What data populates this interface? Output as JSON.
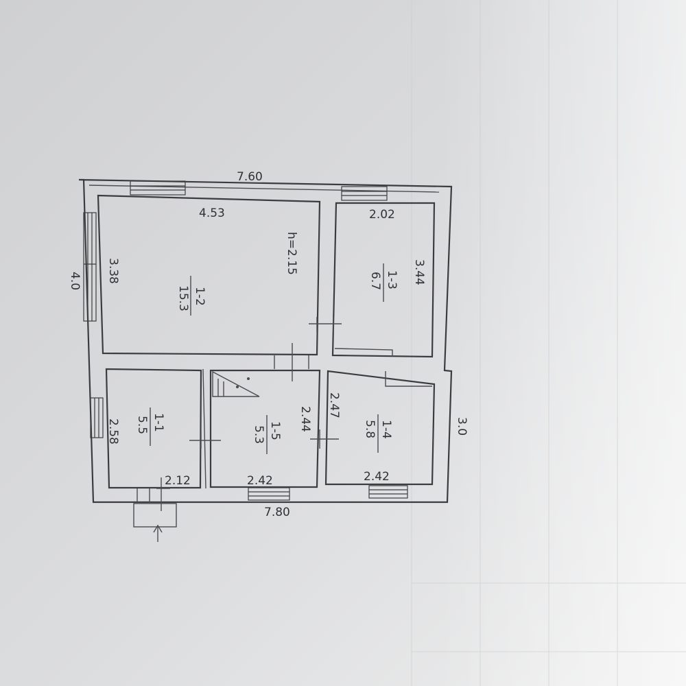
{
  "plan": {
    "overall_width_top": "7.60",
    "overall_width_bottom": "7.80",
    "left_depth": "4.0",
    "right_depth": "3.0",
    "rooms": [
      {
        "id": "1-2",
        "area": "15.3",
        "width": "4.53",
        "depth": "3.38",
        "ceiling": "h=2.15"
      },
      {
        "id": "1-3",
        "area": "6.7",
        "width": "2.02",
        "depth": "3.44"
      },
      {
        "id": "1-1",
        "area": "5.5",
        "width": "2.12",
        "depth": "2.58"
      },
      {
        "id": "1-5",
        "area": "5.3",
        "width": "2.42",
        "depth": "2.44"
      },
      {
        "id": "1-4",
        "area": "5.8",
        "width": "2.42",
        "depth": "2.47"
      }
    ]
  },
  "colors": {
    "paper": "#d9dadb",
    "ink": "#2f3134"
  }
}
